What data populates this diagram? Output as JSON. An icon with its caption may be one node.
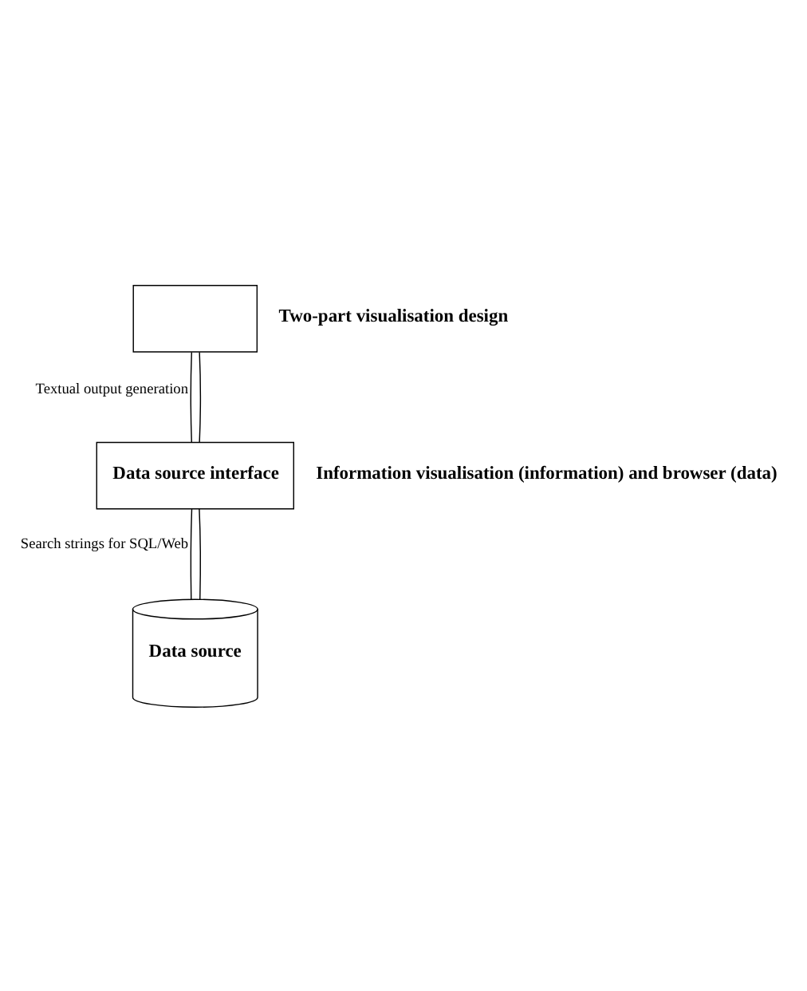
{
  "diagram": {
    "nodes": [
      {
        "text": [],
        "shape": "box",
        "beside": [
          "Two-part visualisation design"
        ]
      },
      {
        "text": [
          "Data source interface"
        ],
        "beside": [
          "Information visualisation (information) and browser (data)"
        ]
      },
      {
        "text": [
          "Data source"
        ]
      }
    ],
    "edges": [
      {
        "from": 0,
        "to": 1,
        "arrow": "none",
        "label": "Textual output generation"
      },
      {
        "from": 0,
        "to": 1,
        "arrow": "none"
      },
      {
        "from": 1,
        "to": 2,
        "arrow": "none",
        "label": "Search strings for SQL/Web"
      },
      {
        "from": 1,
        "to": 2,
        "arrow": "none"
      }
    ]
  }
}
